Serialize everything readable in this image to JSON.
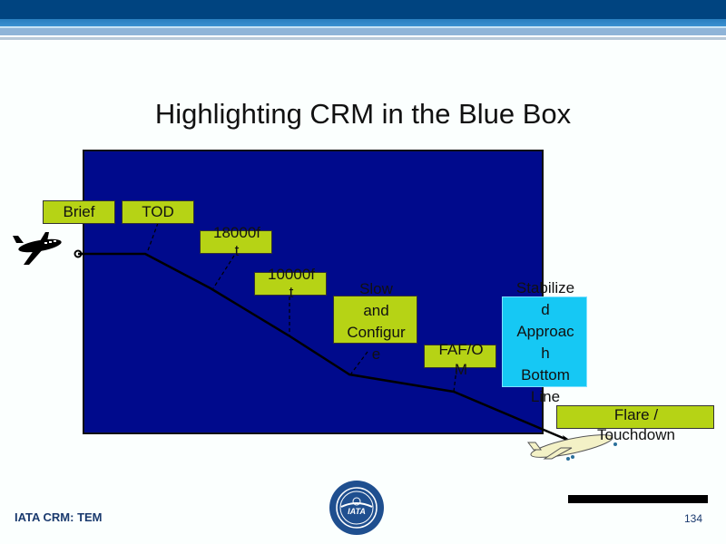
{
  "slide": {
    "title": "Highlighting CRM in the Blue Box",
    "footer_text": "IATA CRM: TEM",
    "page_number": "134",
    "logo_label": "IATA",
    "colors": {
      "header_blue": "#004480",
      "box_blue": "#000a8c",
      "label_green": "#b6d315",
      "highlight_cyan": "#16c8f4"
    }
  },
  "diagram": {
    "labels": [
      {
        "id": "brief",
        "lines": [
          "Brief"
        ]
      },
      {
        "id": "tod",
        "lines": [
          "TOD"
        ]
      },
      {
        "id": "18000ft",
        "lines": [
          "18000f",
          "t"
        ]
      },
      {
        "id": "10000ft",
        "lines": [
          "10000f",
          "t"
        ]
      },
      {
        "id": "slow-configure",
        "lines": [
          "Slow",
          "and",
          "Configur",
          "e"
        ]
      },
      {
        "id": "faf-om",
        "lines": [
          "FAF/O",
          "M"
        ]
      },
      {
        "id": "flare-touchdown",
        "lines": [
          "Flare /",
          "Touchdown"
        ]
      }
    ],
    "highlight": {
      "lines": [
        "Stabilize",
        "d",
        "Approac",
        "h",
        "Bottom",
        "Line"
      ]
    }
  }
}
